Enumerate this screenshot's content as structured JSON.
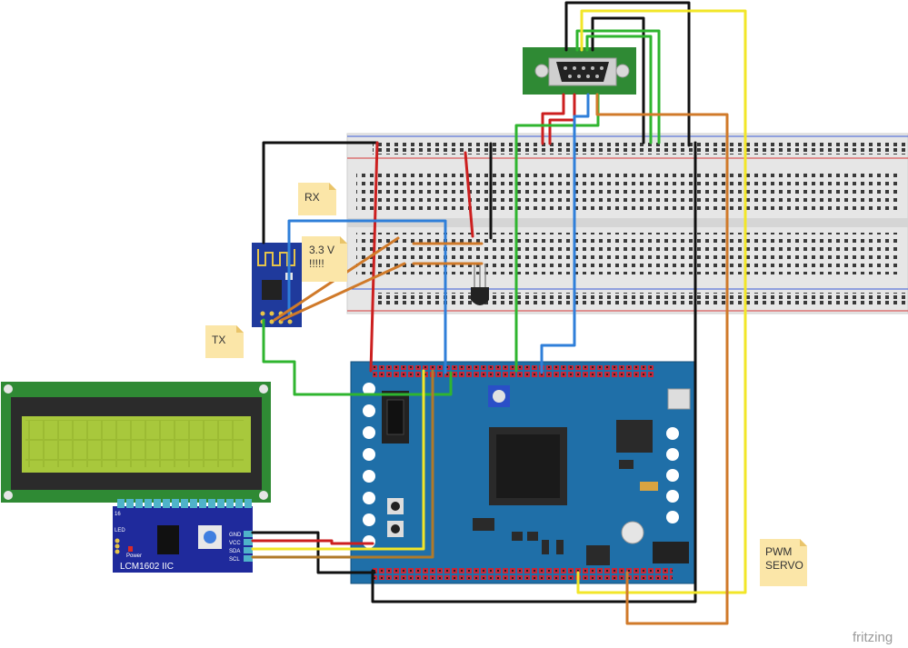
{
  "notes": {
    "rx": "RX",
    "tx": "TX",
    "voltage_line1": "3.3 V",
    "voltage_line2": "!!!!!",
    "pwm_line1": "PWM",
    "pwm_line2": "SERVO"
  },
  "lcd_module": {
    "model": "LCM1602 IIC",
    "pin_count": "16",
    "led": "LED",
    "power": "Power",
    "pins": [
      "GND",
      "VCC",
      "SDA",
      "SCL"
    ]
  },
  "branding": "fritzing",
  "colors": {
    "mega_board": "#1f6fa8",
    "lcd_pcb": "#2f8a34",
    "lcd_screen": "#a8c83c",
    "i2c_backpack": "#1f2a9c",
    "esp_module": "#1f3a9c",
    "wire_black": "#111111",
    "wire_red": "#cc1f1f",
    "wire_green": "#2fb52f",
    "wire_blue": "#2f7fd9",
    "wire_yellow": "#f2e628",
    "wire_orange": "#d07a2a"
  }
}
